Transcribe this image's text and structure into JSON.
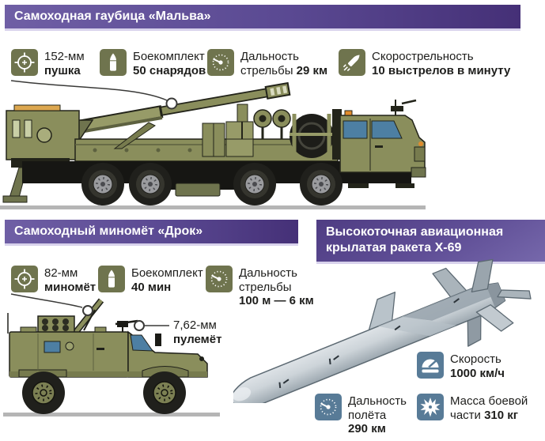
{
  "colors": {
    "banner_purple_light": "#6f5fa5",
    "banner_purple_dark": "#453077",
    "icon_olive": "#6f744e",
    "icon_blue": "#587b97",
    "vehicle_olive": "#8a8e5c",
    "text": "#1e1e1c",
    "ground_gray": "#b5b5b5"
  },
  "malva": {
    "title": "Самоходная гаубица «Мальва»",
    "specs": [
      {
        "icon": "target-icon",
        "top": "152-мм",
        "value": "пушка"
      },
      {
        "icon": "shell-icon",
        "top": "Боекомплект",
        "value": "50 снарядов"
      },
      {
        "icon": "range-dial-icon",
        "top": "Дальность",
        "mid": "стрельбы ",
        "value": "29 км"
      },
      {
        "icon": "rate-of-fire-icon",
        "top": "Скорострельность",
        "value": "10 выстрелов в минуту"
      }
    ]
  },
  "drok": {
    "title": "Самоходный миномёт «Дрок»",
    "specs": [
      {
        "icon": "target-icon",
        "top": "82-мм",
        "value": "миномёт"
      },
      {
        "icon": "shell-icon",
        "top": "Боекомплект",
        "value": "40 мин"
      },
      {
        "icon": "range-dial-icon",
        "top": "Дальность",
        "mid": "стрельбы",
        "value": "100 м — 6 км"
      }
    ],
    "callout": {
      "top": "7,62-мм",
      "value": "пулемёт"
    }
  },
  "x69": {
    "title_line1": "Высокоточная авиационная",
    "title_line2": "крылатая ракета Х-69",
    "specs": [
      {
        "icon": "speedometer-icon",
        "top": "Скорость",
        "value": "1000 км/ч"
      },
      {
        "icon": "range-dial-icon",
        "top": "Дальность",
        "mid": "полёта",
        "value": "290 км"
      },
      {
        "icon": "explosion-icon",
        "top": "Масса боевой",
        "mid": "части ",
        "value": "310 кг"
      }
    ]
  }
}
